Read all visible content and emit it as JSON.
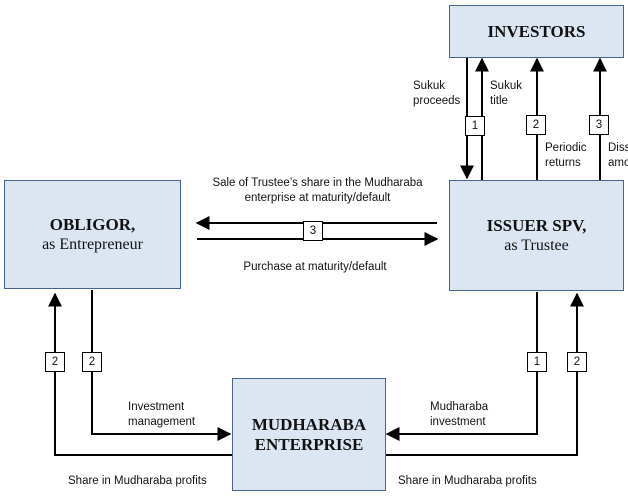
{
  "boxes": {
    "investors": {
      "title": "INVESTORS"
    },
    "issuer": {
      "title": "ISSUER SPV,",
      "subtitle": "as Trustee"
    },
    "obligor": {
      "title": "OBLIGOR,",
      "subtitle": "as Entrepreneur"
    },
    "mudharaba": {
      "title": "MUDHARABA",
      "subtitle": "ENTERPRISE"
    }
  },
  "labels": {
    "sukuk_proceeds": "Sukuk proceeds",
    "sukuk_title": "Sukuk title",
    "periodic_returns": "Periodic returns",
    "dissolution_partial": "Diss amo",
    "sale_share": "Sale of Trustee’s share in the Mudharaba enterprise at maturity/default",
    "purchase": "Purchase at maturity/default",
    "investment_management": "Investment management",
    "mudharaba_investment": "Mudharaba investment",
    "share_left": "Share in Mudharaba profits",
    "share_right": "Share in Mudharaba profits"
  },
  "steps": {
    "investor_1": "1",
    "investor_2": "2",
    "investor_3": "3",
    "middle_3": "3",
    "obligor_left_2": "2",
    "obligor_right_2": "2",
    "issuer_left_1": "1",
    "issuer_right_2": "2"
  },
  "colors": {
    "box_fill": "#dce6f2",
    "box_border": "#45658c",
    "arrow": "#000000"
  }
}
